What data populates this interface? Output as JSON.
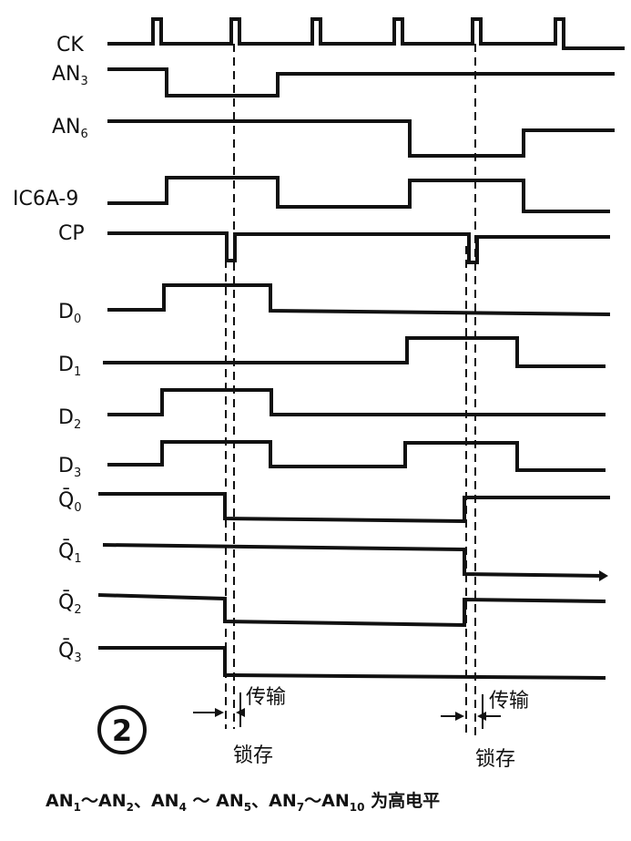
{
  "figure_number": "2",
  "signals": [
    {
      "name": "CK",
      "sub": ""
    },
    {
      "name": "AN",
      "sub": "3"
    },
    {
      "name": "AN",
      "sub": "6"
    },
    {
      "name": "IC6A-9",
      "sub": ""
    },
    {
      "name": "CP",
      "sub": ""
    },
    {
      "name": "D",
      "sub": "0"
    },
    {
      "name": "D",
      "sub": "1"
    },
    {
      "name": "D",
      "sub": "2"
    },
    {
      "name": "D",
      "sub": "3"
    },
    {
      "name": "Q̄",
      "sub": "0"
    },
    {
      "name": "Q̄",
      "sub": "1"
    },
    {
      "name": "Q̄",
      "sub": "2"
    },
    {
      "name": "Q̄",
      "sub": "3"
    }
  ],
  "annotations": {
    "transfer_1": "传输",
    "transfer_2": "传输",
    "latch_1": "锁存",
    "latch_2": "锁存"
  },
  "footnote": {
    "a": "AN",
    "a_sub": "1",
    "t1": "～",
    "b": "AN",
    "b_sub": "2",
    "sep1": "、",
    "c": "AN",
    "c_sub": "4",
    "t2": " ～ ",
    "d": "AN",
    "d_sub": "5",
    "sep2": "、",
    "e": "AN",
    "e_sub": "7",
    "t3": "～",
    "f": "AN",
    "f_sub": "10",
    "tail": " 为高电平"
  }
}
